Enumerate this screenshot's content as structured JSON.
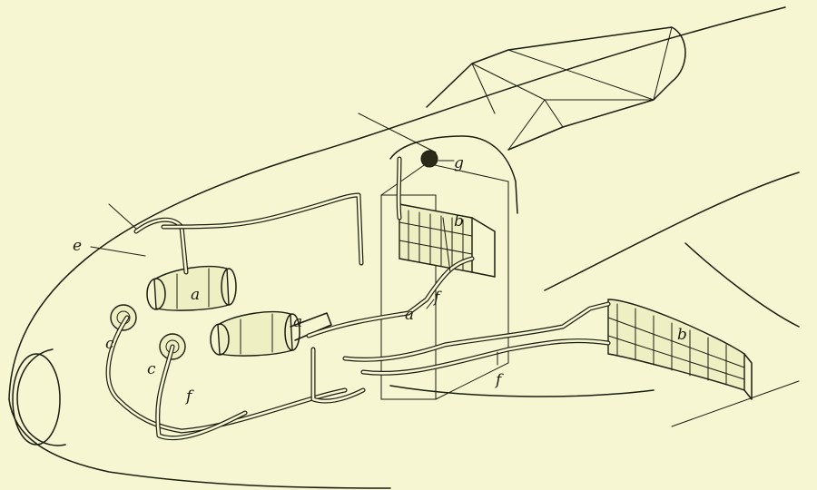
{
  "labels": {
    "a1": "a",
    "a2": "a",
    "a3": "a",
    "b1": "b",
    "b2": "b",
    "c1": "c",
    "c2": "c",
    "e": "e",
    "f1": "f",
    "f2": "f",
    "f3": "f",
    "g": "g"
  },
  "colors": {
    "paper": "#f6f6d2",
    "ink": "#1c1c10"
  }
}
